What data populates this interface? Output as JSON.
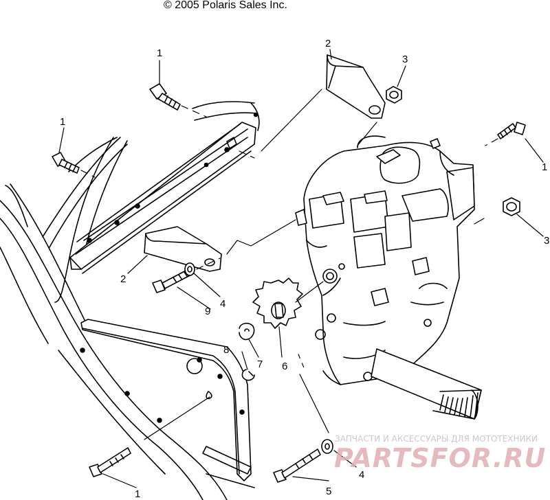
{
  "copyright": "© 2005 Polaris Sales Inc.",
  "callouts": {
    "c1a": "1",
    "c1b": "1",
    "c1c": "1",
    "c1d": "1",
    "c2a": "2",
    "c2b": "2",
    "c3a": "3",
    "c3b": "3",
    "c4a": "4",
    "c4b": "4",
    "c5": "5",
    "c6": "6",
    "c7": "7",
    "c8": "8",
    "c9": "9"
  },
  "watermark": {
    "text": "ЗАПЧАСТИ И АКСЕССУАРЫ ДЛЯ МОТОТЕХНИКИ",
    "logo": "PARTSFOR.RU"
  }
}
